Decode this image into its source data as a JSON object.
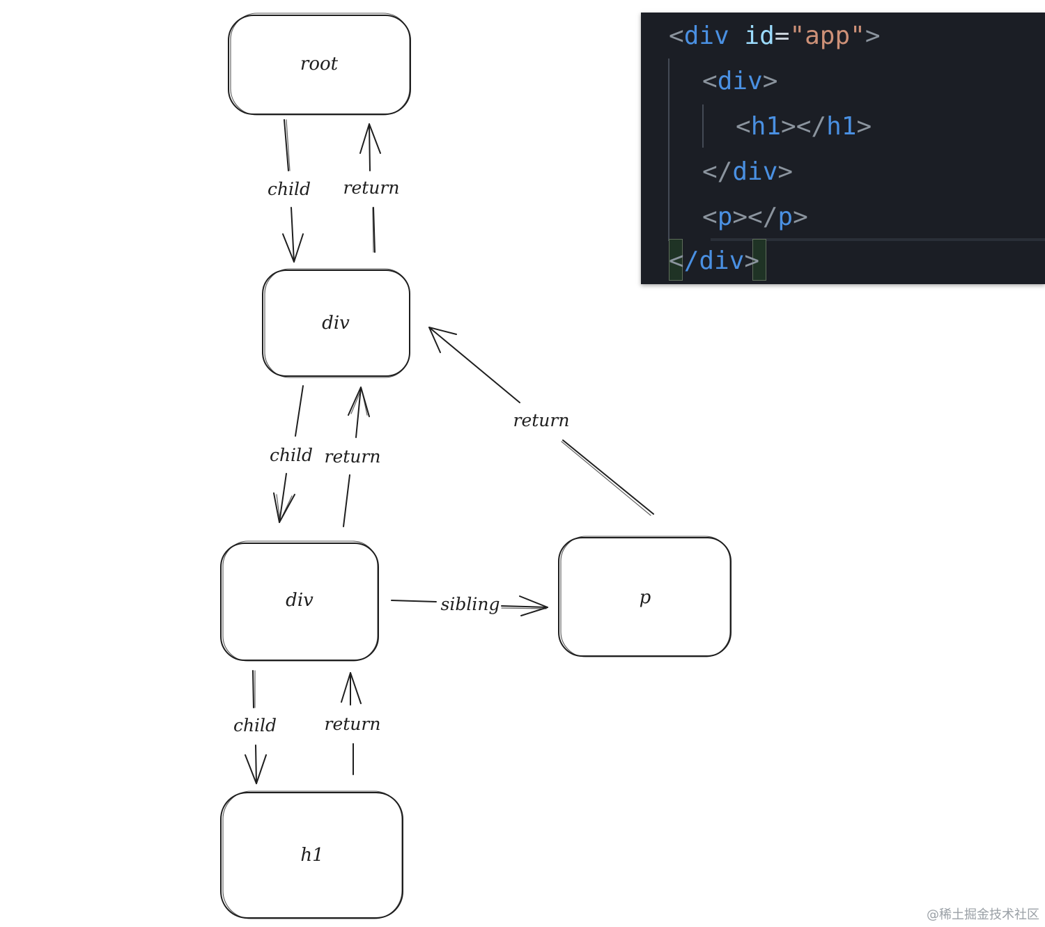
{
  "nodes": {
    "root": "root",
    "div_outer": "div",
    "div_inner": "div",
    "p": "p",
    "h1": "h1"
  },
  "edges": {
    "root_child": "child",
    "root_return": "return",
    "div_child": "child",
    "div_return": "return",
    "p_return": "return",
    "sibling": "sibling",
    "h1_child": "child",
    "h1_return": "return"
  },
  "code": {
    "line1": {
      "open": "<",
      "tag": "div",
      "attr": "id",
      "eq": "=",
      "value": "\"app\"",
      "close": ">"
    },
    "line2": {
      "open": "<",
      "tag": "div",
      "close": ">"
    },
    "line3": {
      "open": "<",
      "tag1": "h1",
      "mid": "></",
      "tag2": "h1",
      "close": ">"
    },
    "line4": {
      "open": "</",
      "tag": "div",
      "close": ">"
    },
    "line5": {
      "open": "<",
      "tag1": "p",
      "mid": "></",
      "tag2": "p",
      "close": ">"
    },
    "line6": {
      "open": "<",
      "slash": "/",
      "tag": "div",
      "close": ">"
    }
  },
  "watermark": "@稀土掘金技术社区",
  "colors": {
    "code_background": "#1b1e25",
    "tag": "#4a90e2",
    "attribute": "#9cdcfe",
    "string": "#ce9178",
    "punctuation": "#8b949e",
    "bracket_highlight": "#1f3325"
  }
}
